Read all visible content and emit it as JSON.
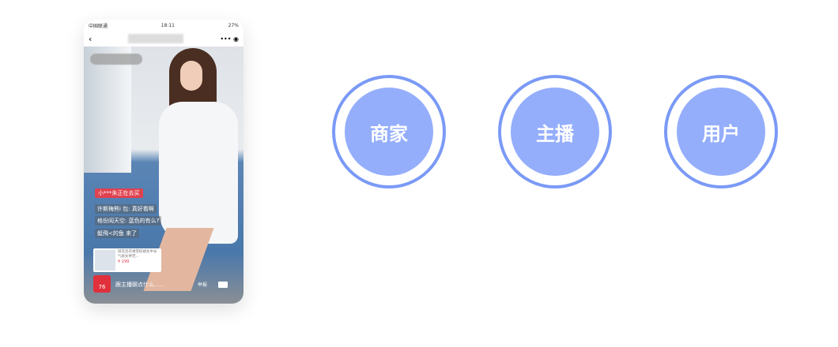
{
  "phone": {
    "status": {
      "carrier": "中国联通",
      "time": "18:11",
      "battery": "27%"
    },
    "live": {
      "buy_notice": "小***朱正在去买",
      "comments": [
        "许斯梅熊i 包: 真好看啊",
        "格份阎天空: 蓝色的有么?",
        "蜓飛≺的鱼 来了"
      ],
      "product": {
        "title": "碎花连衣裙雪纺裙女中长气质女神范...",
        "price": "¥ 299"
      },
      "cart_count": "76",
      "input_placeholder": "跟主播聊点什么......",
      "report_label": "举报"
    }
  },
  "roles": [
    {
      "label": "商家"
    },
    {
      "label": "主播"
    },
    {
      "label": "用户"
    }
  ],
  "colors": {
    "ring": "#7b9af6",
    "fill": "#94aefc",
    "accent": "#e0424f"
  }
}
